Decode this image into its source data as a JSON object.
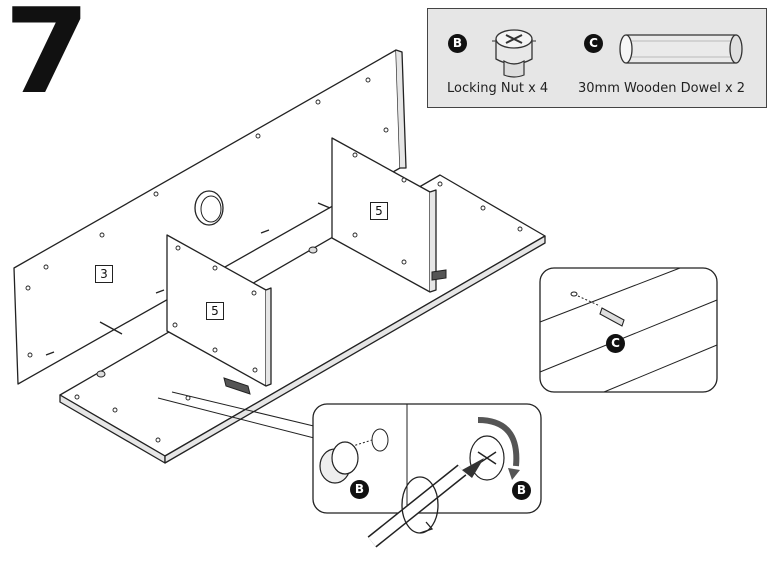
{
  "step": {
    "number": "7"
  },
  "parts": [
    {
      "letter": "B",
      "label": "Locking Nut x 4",
      "icon": "locking-nut-icon"
    },
    {
      "letter": "C",
      "label": "30mm Wooden Dowel x 2",
      "icon": "wooden-dowel-icon"
    }
  ],
  "panels": {
    "back": "3",
    "divider_left": "5",
    "divider_right": "5"
  },
  "callouts": {
    "dowel": "C",
    "nut_insert": "B",
    "nut_turn": "B"
  },
  "colors": {
    "badge": "#111111",
    "parts_box": "#e6e6e6",
    "line": "#222222"
  }
}
